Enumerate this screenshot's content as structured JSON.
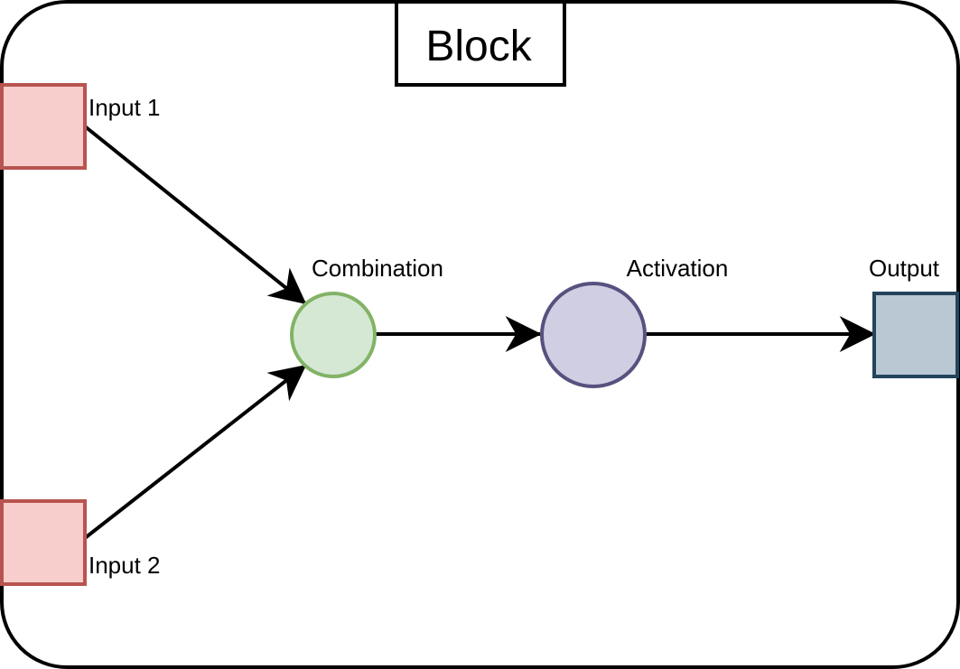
{
  "title": "Block",
  "nodes": {
    "input1": {
      "label": "Input 1"
    },
    "input2": {
      "label": "Input 2"
    },
    "combination": {
      "label": "Combination"
    },
    "activation": {
      "label": "Activation"
    },
    "output": {
      "label": "Output"
    }
  },
  "edges": [
    {
      "from": "input1",
      "to": "combination"
    },
    {
      "from": "input2",
      "to": "combination"
    },
    {
      "from": "combination",
      "to": "activation"
    },
    {
      "from": "activation",
      "to": "output"
    }
  ],
  "colors": {
    "input_fill": "#f8cecc",
    "input_stroke": "#b85450",
    "combination_fill": "#d5e8d4",
    "combination_stroke": "#82b366",
    "activation_fill": "#d0cee2",
    "activation_stroke": "#56517e",
    "output_fill": "#bac8d3",
    "output_stroke": "#23445d",
    "line": "#000000"
  }
}
